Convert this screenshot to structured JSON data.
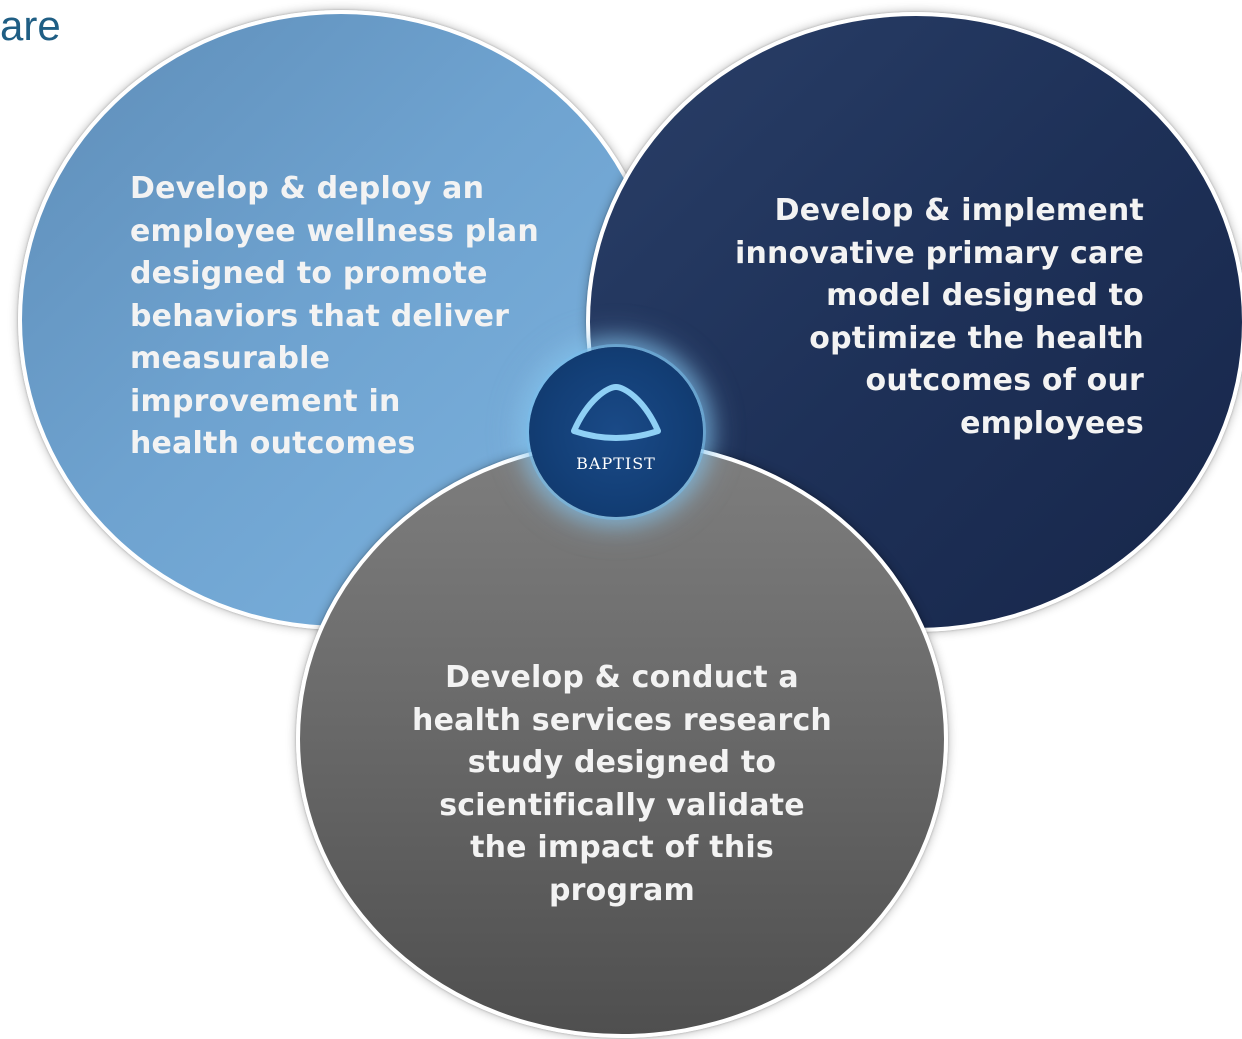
{
  "header": {
    "title_fragment": "are"
  },
  "diagram": {
    "circles": [
      {
        "id": "left",
        "text": "Develop & deploy an\nemployee wellness plan\ndesigned to promote\nbehaviors that deliver\nmeasurable\nimprovement in\nhealth outcomes",
        "color": "#6ea2cf"
      },
      {
        "id": "right",
        "text": "Develop & implement\ninnovative primary care\nmodel designed to\noptimize the health\noutcomes of our\nemployees",
        "color": "#1e3158"
      },
      {
        "id": "bottom",
        "text": "Develop & conduct a\nhealth services research\nstudy designed to\nscientifically validate\nthe impact of this\nprogram",
        "color": "#6a6a6a"
      }
    ],
    "logo": {
      "text": "BAPTIST",
      "icon": "baptist-arch-icon",
      "color": "#133f77"
    }
  },
  "colors": {
    "title": "#1f5e84",
    "circle_text": "#f3f3f3"
  }
}
